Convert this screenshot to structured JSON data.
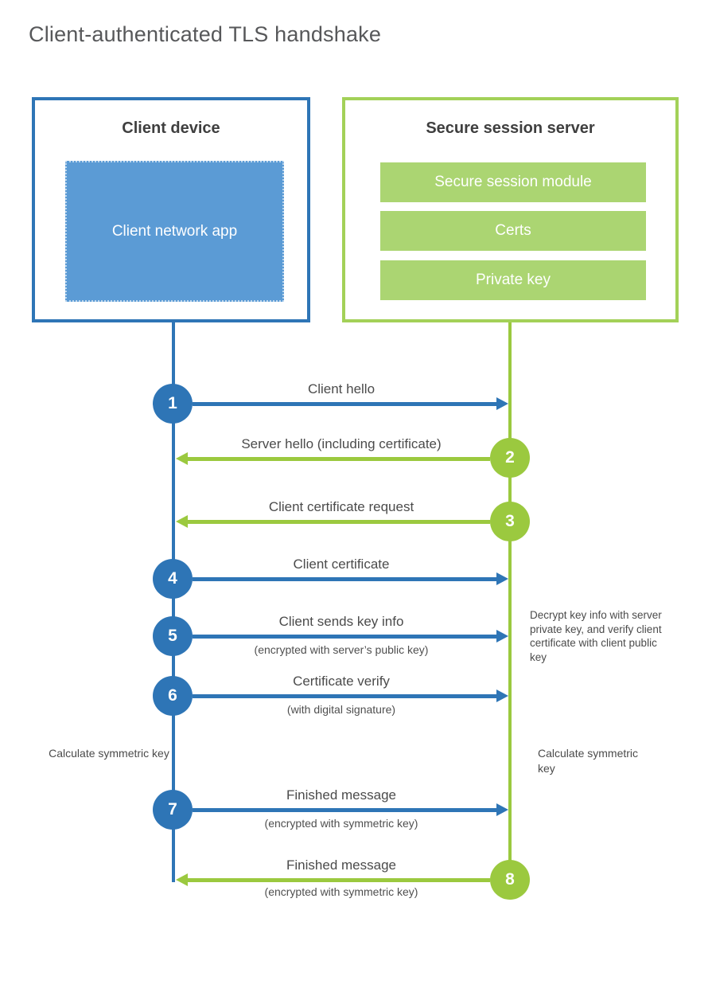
{
  "title": "Client-authenticated TLS handshake",
  "colors": {
    "blue": "#2e75b6",
    "blue_fill": "#5b9bd5",
    "green": "#9bc93f",
    "green_fill": "#abd572",
    "heading_text": "#3f3f3f",
    "label_text": "#4b4b4b",
    "title_text": "#57585a"
  },
  "client_box": {
    "title": "Client device",
    "module": "Client network app"
  },
  "server_box": {
    "title": "Secure session server",
    "modules": [
      "Secure session module",
      "Certs",
      "Private key"
    ]
  },
  "steps": [
    {
      "num": "1",
      "label": "Client hello",
      "sublabel": "",
      "direction": "client-to-server",
      "color": "blue"
    },
    {
      "num": "2",
      "label": "Server hello (including certificate)",
      "sublabel": "",
      "direction": "server-to-client",
      "color": "green"
    },
    {
      "num": "3",
      "label": "Client certificate request",
      "sublabel": "",
      "direction": "server-to-client",
      "color": "green"
    },
    {
      "num": "4",
      "label": "Client certificate",
      "sublabel": "",
      "direction": "client-to-server",
      "color": "blue"
    },
    {
      "num": "5",
      "label": "Client sends key info",
      "sublabel": "(encrypted with server’s public key)",
      "direction": "client-to-server",
      "color": "blue"
    },
    {
      "num": "6",
      "label": "Certificate verify",
      "sublabel": "(with digital signature)",
      "direction": "client-to-server",
      "color": "blue"
    },
    {
      "num": "7",
      "label": "Finished message",
      "sublabel": "(encrypted with symmetric key)",
      "direction": "client-to-server",
      "color": "blue"
    },
    {
      "num": "8",
      "label": "Finished message",
      "sublabel": "(encrypted with symmetric key)",
      "direction": "server-to-client",
      "color": "green"
    }
  ],
  "annotations": {
    "decrypt_note": "Decrypt key info with server private key, and verify client certificate with client public key",
    "calculate_left": "Calculate symmetric key",
    "calculate_right": "Calculate symmetric key"
  }
}
